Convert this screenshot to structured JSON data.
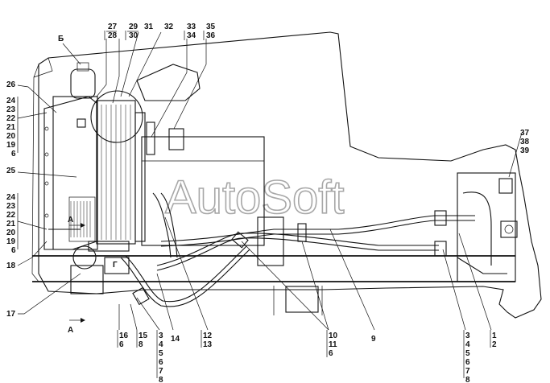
{
  "watermark": "AutoSoft",
  "view_markers": {
    "section_a_top": "А",
    "section_a_bottom": "А",
    "view_b": "Б",
    "view_g": "Г"
  },
  "callouts": {
    "c27_28": [
      "27",
      "28"
    ],
    "c29_30": [
      "29",
      "30"
    ],
    "c31": [
      "31"
    ],
    "c32": [
      "32"
    ],
    "c33_34": [
      "33",
      "34"
    ],
    "c35_36": [
      "35",
      "36"
    ],
    "c37_39": [
      "37",
      "38",
      "39"
    ],
    "c26": [
      "26"
    ],
    "left_upper": [
      "24",
      "23",
      "22",
      "21",
      "20",
      "19",
      "6"
    ],
    "c25": [
      "25"
    ],
    "left_lower": [
      "24",
      "23",
      "22",
      "21",
      "20",
      "19",
      "6"
    ],
    "c18": [
      "18"
    ],
    "c17": [
      "17"
    ],
    "c16": [
      "16",
      "6"
    ],
    "c15": [
      "15",
      "8"
    ],
    "c3_8_mid": [
      "3",
      "4",
      "5",
      "6",
      "7",
      "8"
    ],
    "c14": [
      "14"
    ],
    "c12_13": [
      "12",
      "13"
    ],
    "c10_11": [
      "10",
      "11",
      "6"
    ],
    "c9": [
      "9"
    ],
    "c3_8_right": [
      "3",
      "4",
      "5",
      "6",
      "7",
      "8"
    ],
    "c1_2": [
      "1",
      "2"
    ]
  }
}
